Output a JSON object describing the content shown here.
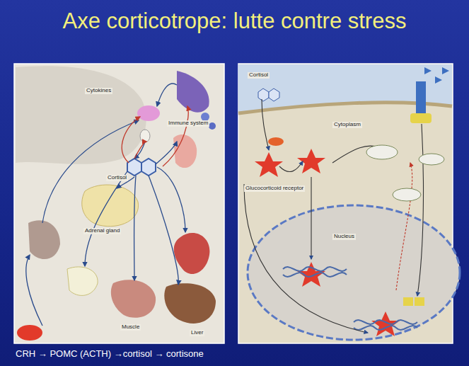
{
  "diagram": {
    "title": "Axe corticotrope: lutte contre stress",
    "caption": "CRH → POMC (ACTH) →cortisol → cortisone",
    "labels": [
      "Cytokines",
      "Immune system",
      "Cortisol",
      "Adrenal gland",
      "Liver",
      "Muscle",
      "Cortisol",
      "Cytoplasm",
      "Glucocorticoid receptor",
      "Nucleus"
    ]
  }
}
